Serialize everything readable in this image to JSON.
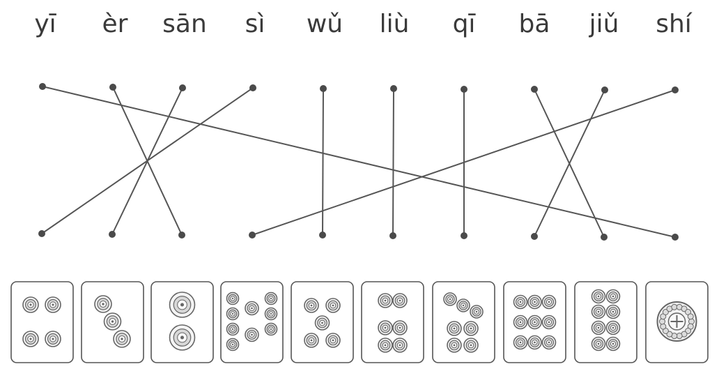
{
  "pinyin": [
    "yī",
    "èr",
    "sān",
    "sì",
    "wǔ",
    "liù",
    "qī",
    "bā",
    "jiǔ",
    "shí"
  ],
  "connections": [
    [
      0,
      9
    ],
    [
      1,
      2
    ],
    [
      2,
      1
    ],
    [
      3,
      0
    ],
    [
      4,
      4
    ],
    [
      5,
      5
    ],
    [
      6,
      6
    ],
    [
      7,
      8
    ],
    [
      8,
      7
    ],
    [
      9,
      3
    ]
  ],
  "tiles": [
    {
      "kind": "dots",
      "count": 4
    },
    {
      "kind": "dots",
      "count": 3
    },
    {
      "kind": "dots",
      "count": 2
    },
    {
      "kind": "dots",
      "count": 9
    },
    {
      "kind": "dots",
      "count": 5
    },
    {
      "kind": "dots",
      "count": 6
    },
    {
      "kind": "dots",
      "count": 7
    },
    {
      "kind": "dots",
      "count": 9
    },
    {
      "kind": "dots",
      "count": 8
    },
    {
      "kind": "dots",
      "count": 1
    }
  ],
  "colors": {
    "line": "#555555",
    "dot": "#4a4a4a",
    "tile_border": "#555555",
    "coin": "#666666"
  }
}
